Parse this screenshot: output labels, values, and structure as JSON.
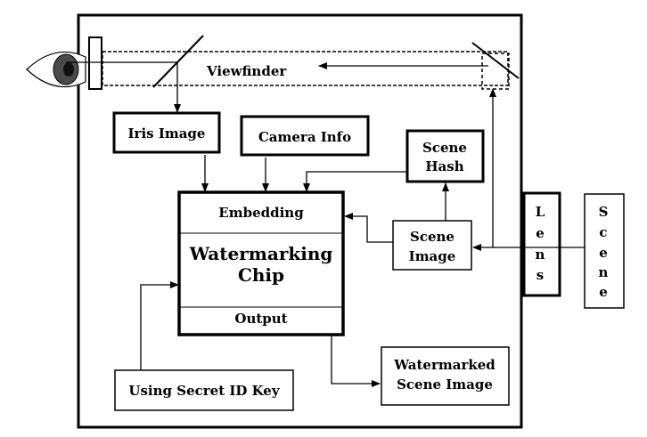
{
  "diagram": {
    "viewfinder": "Viewfinder",
    "iris_image": "Iris Image",
    "camera_info": "Camera Info",
    "scene_hash_line1": "Scene",
    "scene_hash_line2": "Hash",
    "embedding": "Embedding",
    "chip_line1": "Watermarking",
    "chip_line2": "Chip",
    "output": "Output",
    "scene_image_line1": "Scene",
    "scene_image_line2": "Image",
    "secret_key": "Using Secret ID Key",
    "watermarked_line1": "Watermarked",
    "watermarked_line2": "Scene Image",
    "lens_letters": [
      "L",
      "e",
      "n",
      "s"
    ],
    "scene_letters": [
      "S",
      "c",
      "e",
      "n",
      "e"
    ]
  },
  "colors": {
    "stroke": "#000000",
    "background": "#ffffff",
    "eye_iris": "#4a4a4a"
  }
}
